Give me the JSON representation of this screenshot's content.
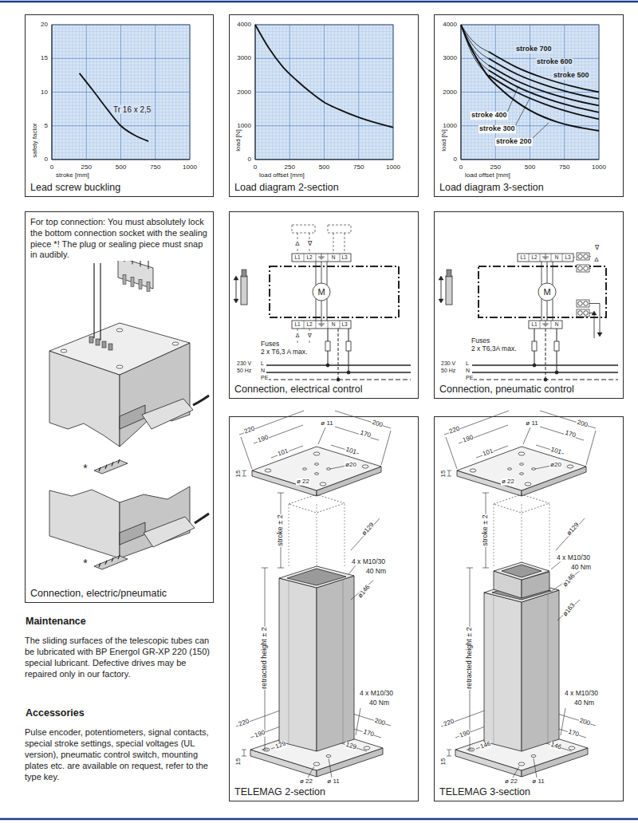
{
  "diagram": {
    "nodes": [
      {
        "text": [
          "Lead screw buckling"
        ]
      },
      {
        "text": [
          "Load diagram 2-section"
        ]
      },
      {
        "text": [
          "Load diagram 3-section"
        ]
      },
      {
        "text": [
          "For top connection: You must absolutely lock the bottom connection socket with the sealing piece *! The plug or sealing piece must snap in audibly.",
          "Connection, electric/pneumatic"
        ]
      },
      {
        "text": [
          "Connection, electrical control"
        ]
      },
      {
        "text": [
          "Connection, pneumatic control"
        ]
      },
      {
        "text": [
          "TELEMAG 2-section"
        ]
      },
      {
        "text": [
          "TELEMAG 3-section"
        ]
      }
    ],
    "labels": [
      "20",
      "15",
      "10",
      "5",
      "0",
      "safety factor",
      "0",
      "250",
      "500",
      "750",
      "1000",
      "stroke [mm]",
      "Tr 16 x 2,5",
      "4000",
      "3000",
      "2000",
      "1000",
      "0",
      "load [N]",
      "0",
      "250",
      "500",
      "750",
      "1000",
      "load offset [mm]",
      "4000",
      "3000",
      "2000",
      "1000",
      "0",
      "load [N]",
      "0",
      "250",
      "500",
      "750",
      "1000",
      "load offset [mm]",
      "stroke 700",
      "stroke 600",
      "stroke 500",
      "stroke 400",
      "stroke 300",
      "stroke 200",
      "*",
      "*",
      "Δ",
      "∇",
      "L1",
      "L2",
      "N",
      "L3",
      "M",
      "L1",
      "L2",
      "N",
      "L3",
      "Δ",
      "∇",
      "Fuses",
      "2 x T6,3 A max.",
      "230 V",
      "L",
      "50 Hz",
      "N",
      "PE",
      "∇",
      "Δ",
      "L1",
      "L2",
      "N",
      "L3",
      "M",
      "L1",
      "N",
      "Fuses",
      "2 x T6,3A max.",
      "230 V",
      "L",
      "50 Hz",
      "N",
      "PE",
      "Maintenance",
      "The sliding surfaces of the telescopic tubes can be lubricated with BP Energol GR-XP 220 (150) special lubricant. Defective drives may be repaired only in our factory.",
      "Accessories",
      "Pulse encoder, potentiometers, signal contacts, special stroke settings, special voltages (UL version), pneumatic control switch, mounting plates etc. are available on request, refer to the type key.",
      "220",
      "190",
      "101",
      "ø 11",
      "200",
      "170",
      "101",
      "ø20",
      "ø 22",
      "15",
      "stroke ± 2",
      "ø129",
      "4 x M10/30",
      "40 Nm",
      "ø146",
      "retracted height ± 2",
      "4 x M10/30",
      "40 Nm",
      "220",
      "190",
      "129",
      "200",
      "170",
      "129",
      "15",
      "ø 22",
      "ø 11",
      "220",
      "190",
      "101",
      "ø 11",
      "200",
      "170",
      "101",
      "ø20",
      "ø 22",
      "15",
      "stroke ± 2",
      "ø129",
      "4 x M10/30",
      "40 Nm",
      "ø146",
      "ø163",
      "retracted height ± 2",
      "4 x M10/30",
      "40 Nm",
      "220",
      "190",
      "146",
      "200",
      "170",
      "146",
      "15",
      "ø 22",
      "ø 11"
    ]
  }
}
